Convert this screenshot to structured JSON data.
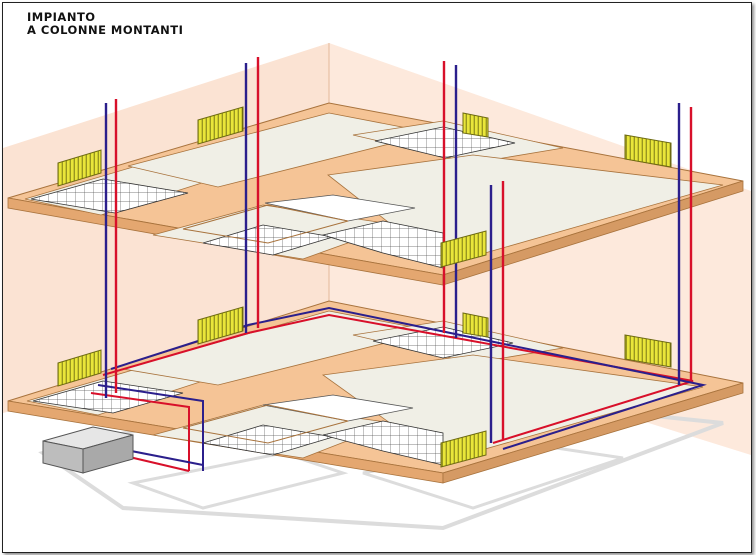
{
  "title": {
    "line1": "IMPIANTO",
    "line2": "A COLONNE MONTANTI"
  },
  "colors": {
    "wall": "#fbe3d3",
    "floor_band": "#f5c496",
    "floor_band_edge": "#a8733d",
    "room_floor": "#f0efe6",
    "pipe_supply": "#d8102a",
    "pipe_return": "#2b1f8c",
    "radiator": "#e9e63a",
    "boiler": "#c9c9c9",
    "shadow": "#dedede"
  },
  "diagram": {
    "floors": [
      "upper-floor",
      "lower-floor"
    ],
    "risers": 5,
    "radiators_per_floor": 5,
    "boiler_count": 1
  }
}
